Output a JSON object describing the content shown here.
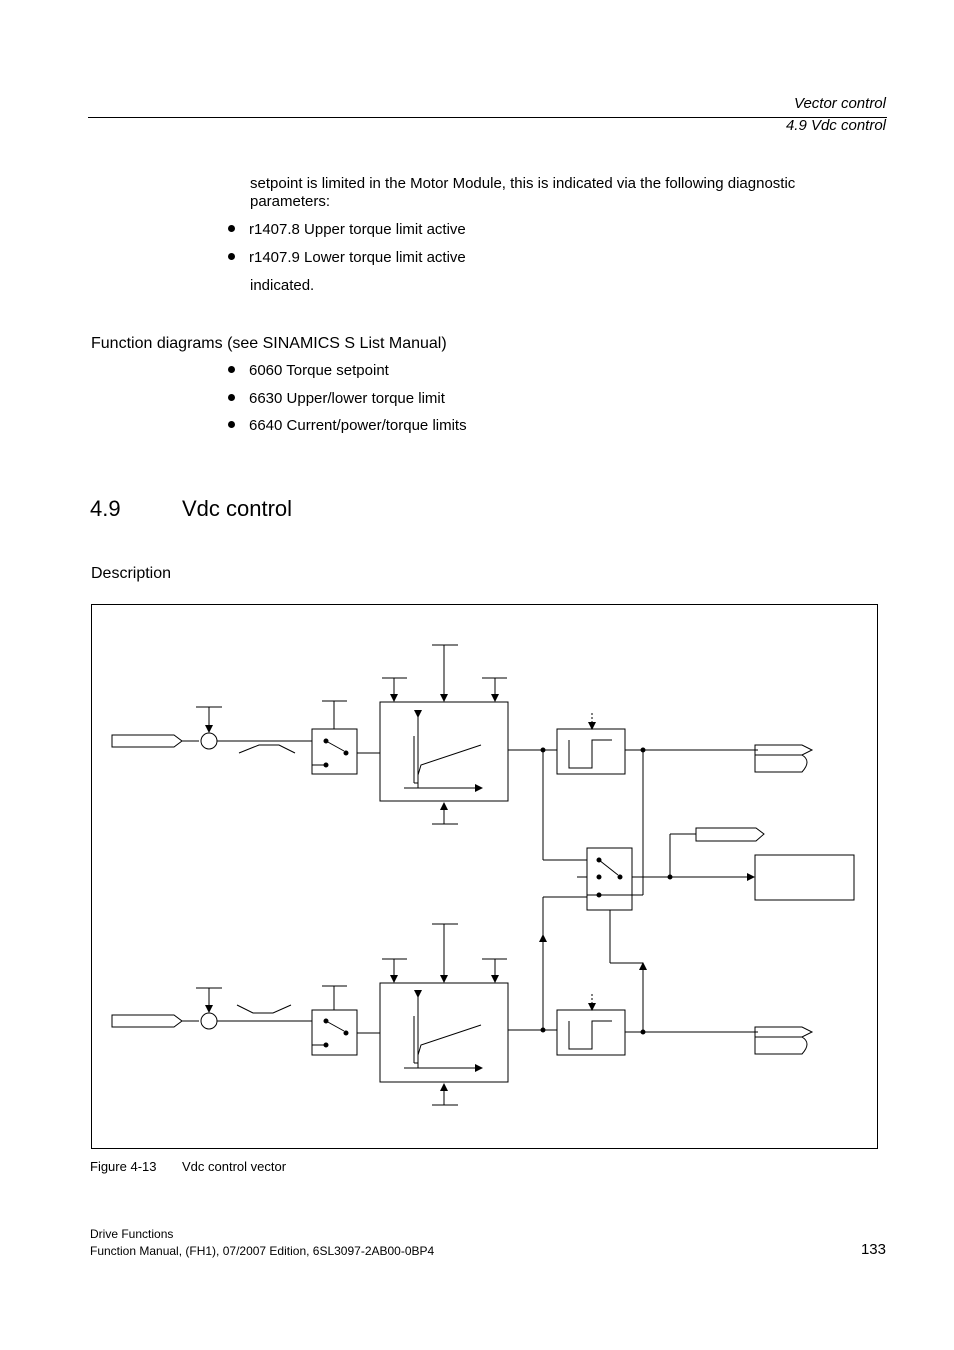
{
  "header": {
    "chapter": "Vector control",
    "section": "4.9 Vdc control"
  },
  "intro": {
    "paragraph": "setpoint is limited in the Motor Module, this is indicated via the following diagnostic parameters:",
    "bullets": [
      "r1407.8 Upper torque limit active",
      "r1407.9 Lower torque limit active"
    ],
    "trailing": "indicated."
  },
  "function_diagrams": {
    "heading": "Function diagrams (see SINAMICS S List Manual)",
    "bullets": [
      "6060 Torque setpoint",
      "6630 Upper/lower torque limit",
      "6640 Current/power/torque limits"
    ]
  },
  "section": {
    "number": "4.9",
    "title": "Vdc control"
  },
  "description": {
    "heading": "Description"
  },
  "figure": {
    "caption_label": "Figure 4-13",
    "caption_text": "Vdc control vector"
  },
  "footer": {
    "line1": "Drive Functions",
    "line2": "Function Manual, (FH1), 07/2007 Edition, 6SL3097-2AB00-0BP4",
    "page": "133"
  }
}
